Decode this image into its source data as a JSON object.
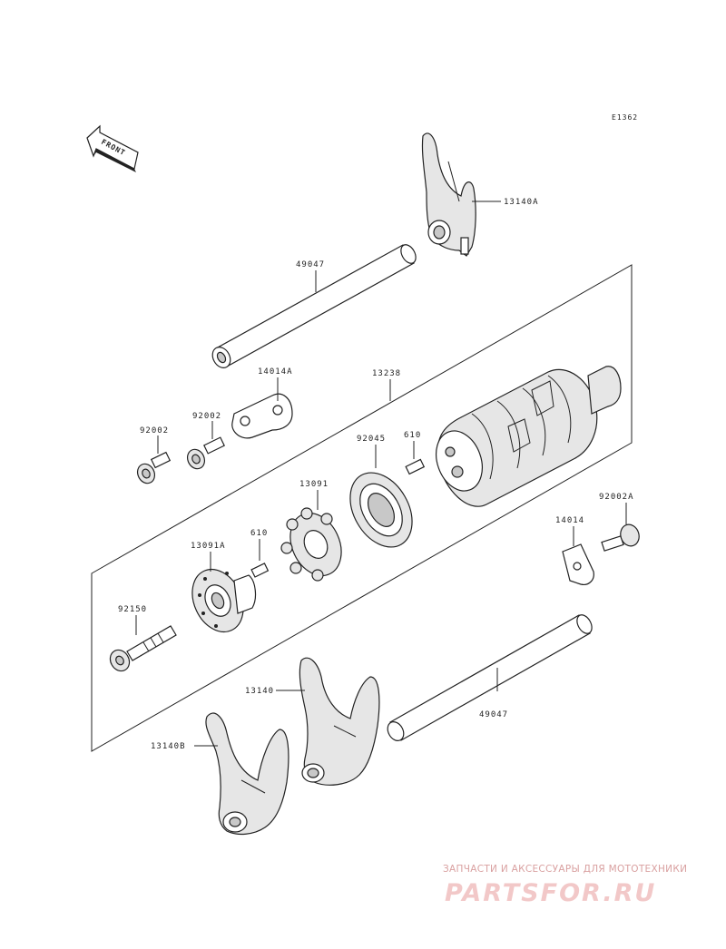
{
  "diagram": {
    "code": "E1362",
    "front_label": "FRONT",
    "labels": {
      "fork_a": "13140A",
      "shaft_top": "49047",
      "plate_a": "14014A",
      "drum": "13238",
      "bolt_left": "92002",
      "bolt_mid": "92002",
      "bearing": "92045",
      "pin_top": "610",
      "cam": "13091",
      "holder": "13091A",
      "pin_mid": "610",
      "plate": "14014",
      "bolt_right": "92002A",
      "bolt_long": "92150",
      "fork": "13140",
      "fork_b": "13140B",
      "shaft_bottom": "49047"
    }
  },
  "watermark": {
    "subtitle": "ЗАПЧАСТИ И АКСЕССУАРЫ ДЛЯ МОТОТЕХНИКИ",
    "brand": "PARTSFOR.RU"
  }
}
